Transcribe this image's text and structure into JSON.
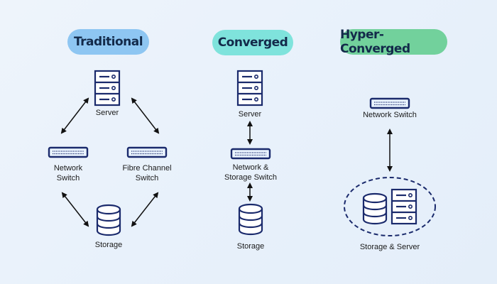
{
  "columns": [
    {
      "title": "Traditional",
      "color": "#8ec6f2",
      "nodes": {
        "server": "Server",
        "network_switch": "Network\nSwitch",
        "fc_switch": "Fibre Channel\nSwitch",
        "storage": "Storage"
      }
    },
    {
      "title": "Converged",
      "color": "#7fe3dc",
      "nodes": {
        "server": "Server",
        "switch": "Network &\nStorage Switch",
        "storage": "Storage"
      }
    },
    {
      "title": "Hyper-Converged",
      "color": "#72d19c",
      "nodes": {
        "switch": "Network Switch",
        "combined": "Storage & Server"
      }
    }
  ],
  "colors": {
    "icon_stroke": "#1a2a6c",
    "icon_fill": "#ffffff",
    "switch_fill": "#eaf4ff",
    "arrow": "#111111"
  }
}
